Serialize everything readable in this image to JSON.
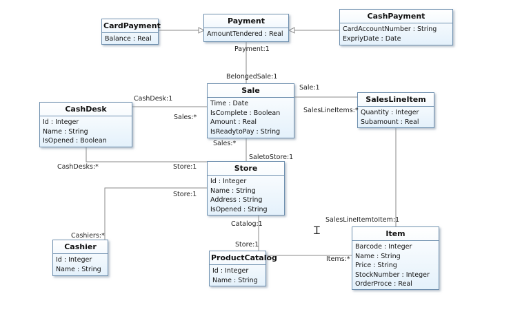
{
  "classes": {
    "payment": {
      "name": "Payment",
      "attrs": [
        "AmountTendered : Real"
      ]
    },
    "cardpayment": {
      "name": "CardPayment",
      "attrs": [
        "Balance : Real"
      ]
    },
    "cashpayment": {
      "name": "CashPayment",
      "attrs": [
        "CardAccountNumber : String",
        "ExpriyDate : Date"
      ]
    },
    "sale": {
      "name": "Sale",
      "attrs": [
        "Time : Date",
        "IsComplete : Boolean",
        "Amount : Real",
        "IsReadytoPay : String"
      ]
    },
    "cashdesk": {
      "name": "CashDesk",
      "attrs": [
        "Id : Integer",
        "Name : String",
        "IsOpened : Boolean"
      ]
    },
    "saleslineitem": {
      "name": "SalesLineItem",
      "attrs": [
        "Quantity : Integer",
        "Subamount : Real"
      ]
    },
    "store": {
      "name": "Store",
      "attrs": [
        "Id : Integer",
        "Name : String",
        "Address : String",
        "IsOpened : String"
      ]
    },
    "cashier": {
      "name": "Cashier",
      "attrs": [
        "Id : Integer",
        "Name : String"
      ]
    },
    "productcatalog": {
      "name": "ProductCatalog",
      "attrs": [
        "Id : Integer",
        "Name : String"
      ]
    },
    "item": {
      "name": "Item",
      "attrs": [
        "Barcode : Integer",
        "Name : String",
        "Price : String",
        "StockNumber : Integer",
        "OrderProce : Real"
      ]
    }
  },
  "labels": {
    "payment_1": "Payment:1",
    "belongedsale_1": "BelongedSale:1",
    "cashdesk_1": "CashDesk:1",
    "sales_star_a": "Sales:*",
    "sale_1": "Sale:1",
    "saleslineitems_star": "SalesLineItems:*",
    "sales_star_b": "Sales:*",
    "saletostore_1": "SaletoStore:1",
    "cashdesks_star": "CashDesks:*",
    "store_1_a": "Store:1",
    "store_1_b": "Store:1",
    "cashiers_star": "Cashiers:*",
    "catalog_1": "Catalog:1",
    "store_1_c": "Store:1",
    "saleslineitemtoitem_1": "SalesLineItemtoItem:1",
    "items_star": "Items:*"
  }
}
